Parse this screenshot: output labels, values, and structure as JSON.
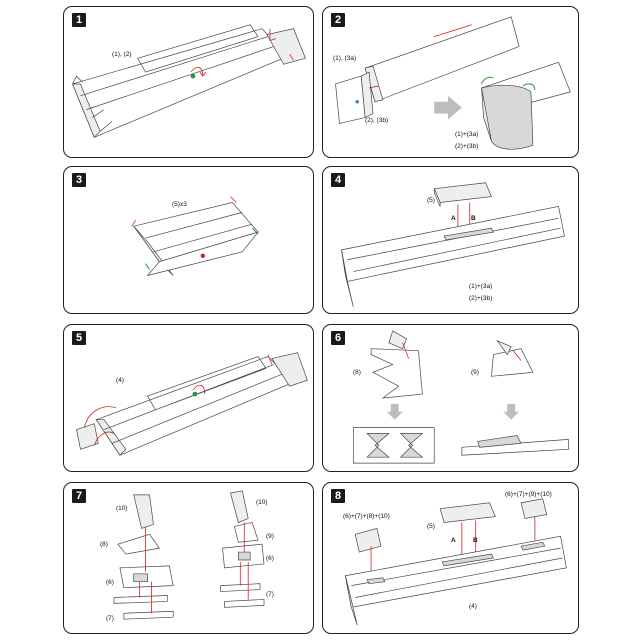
{
  "steps": [
    {
      "number": "1",
      "labels": [
        "(1), (2)"
      ]
    },
    {
      "number": "2",
      "labels": [
        "(1), (3a)",
        "(2), (3b)",
        "(1)+(3a)",
        "(2)+(3b)"
      ]
    },
    {
      "number": "3",
      "labels": [
        "(5)x3"
      ]
    },
    {
      "number": "4",
      "labels": [
        "(5)",
        "A",
        "B",
        "(1)+(3a)",
        "(2)+(3b)"
      ]
    },
    {
      "number": "5",
      "labels": [
        "(4)"
      ]
    },
    {
      "number": "6",
      "labels": [
        "(8)",
        "(9)"
      ]
    },
    {
      "number": "7",
      "labels": [
        "(10)",
        "(8)",
        "(6)",
        "(7)",
        "(10)",
        "(9)",
        "(6)",
        "(7)"
      ]
    },
    {
      "number": "8",
      "labels": [
        "(6)+(7)+(8)+(10)",
        "(5)",
        "A",
        "B",
        "(6)+(7)+(9)+(10)",
        "(4)"
      ]
    }
  ],
  "colors": {
    "arrow_red": "#d32020",
    "arrow_green": "#1f9b3a",
    "badge": "#1a1a1a",
    "next_arrow": "#bdbdbd"
  }
}
